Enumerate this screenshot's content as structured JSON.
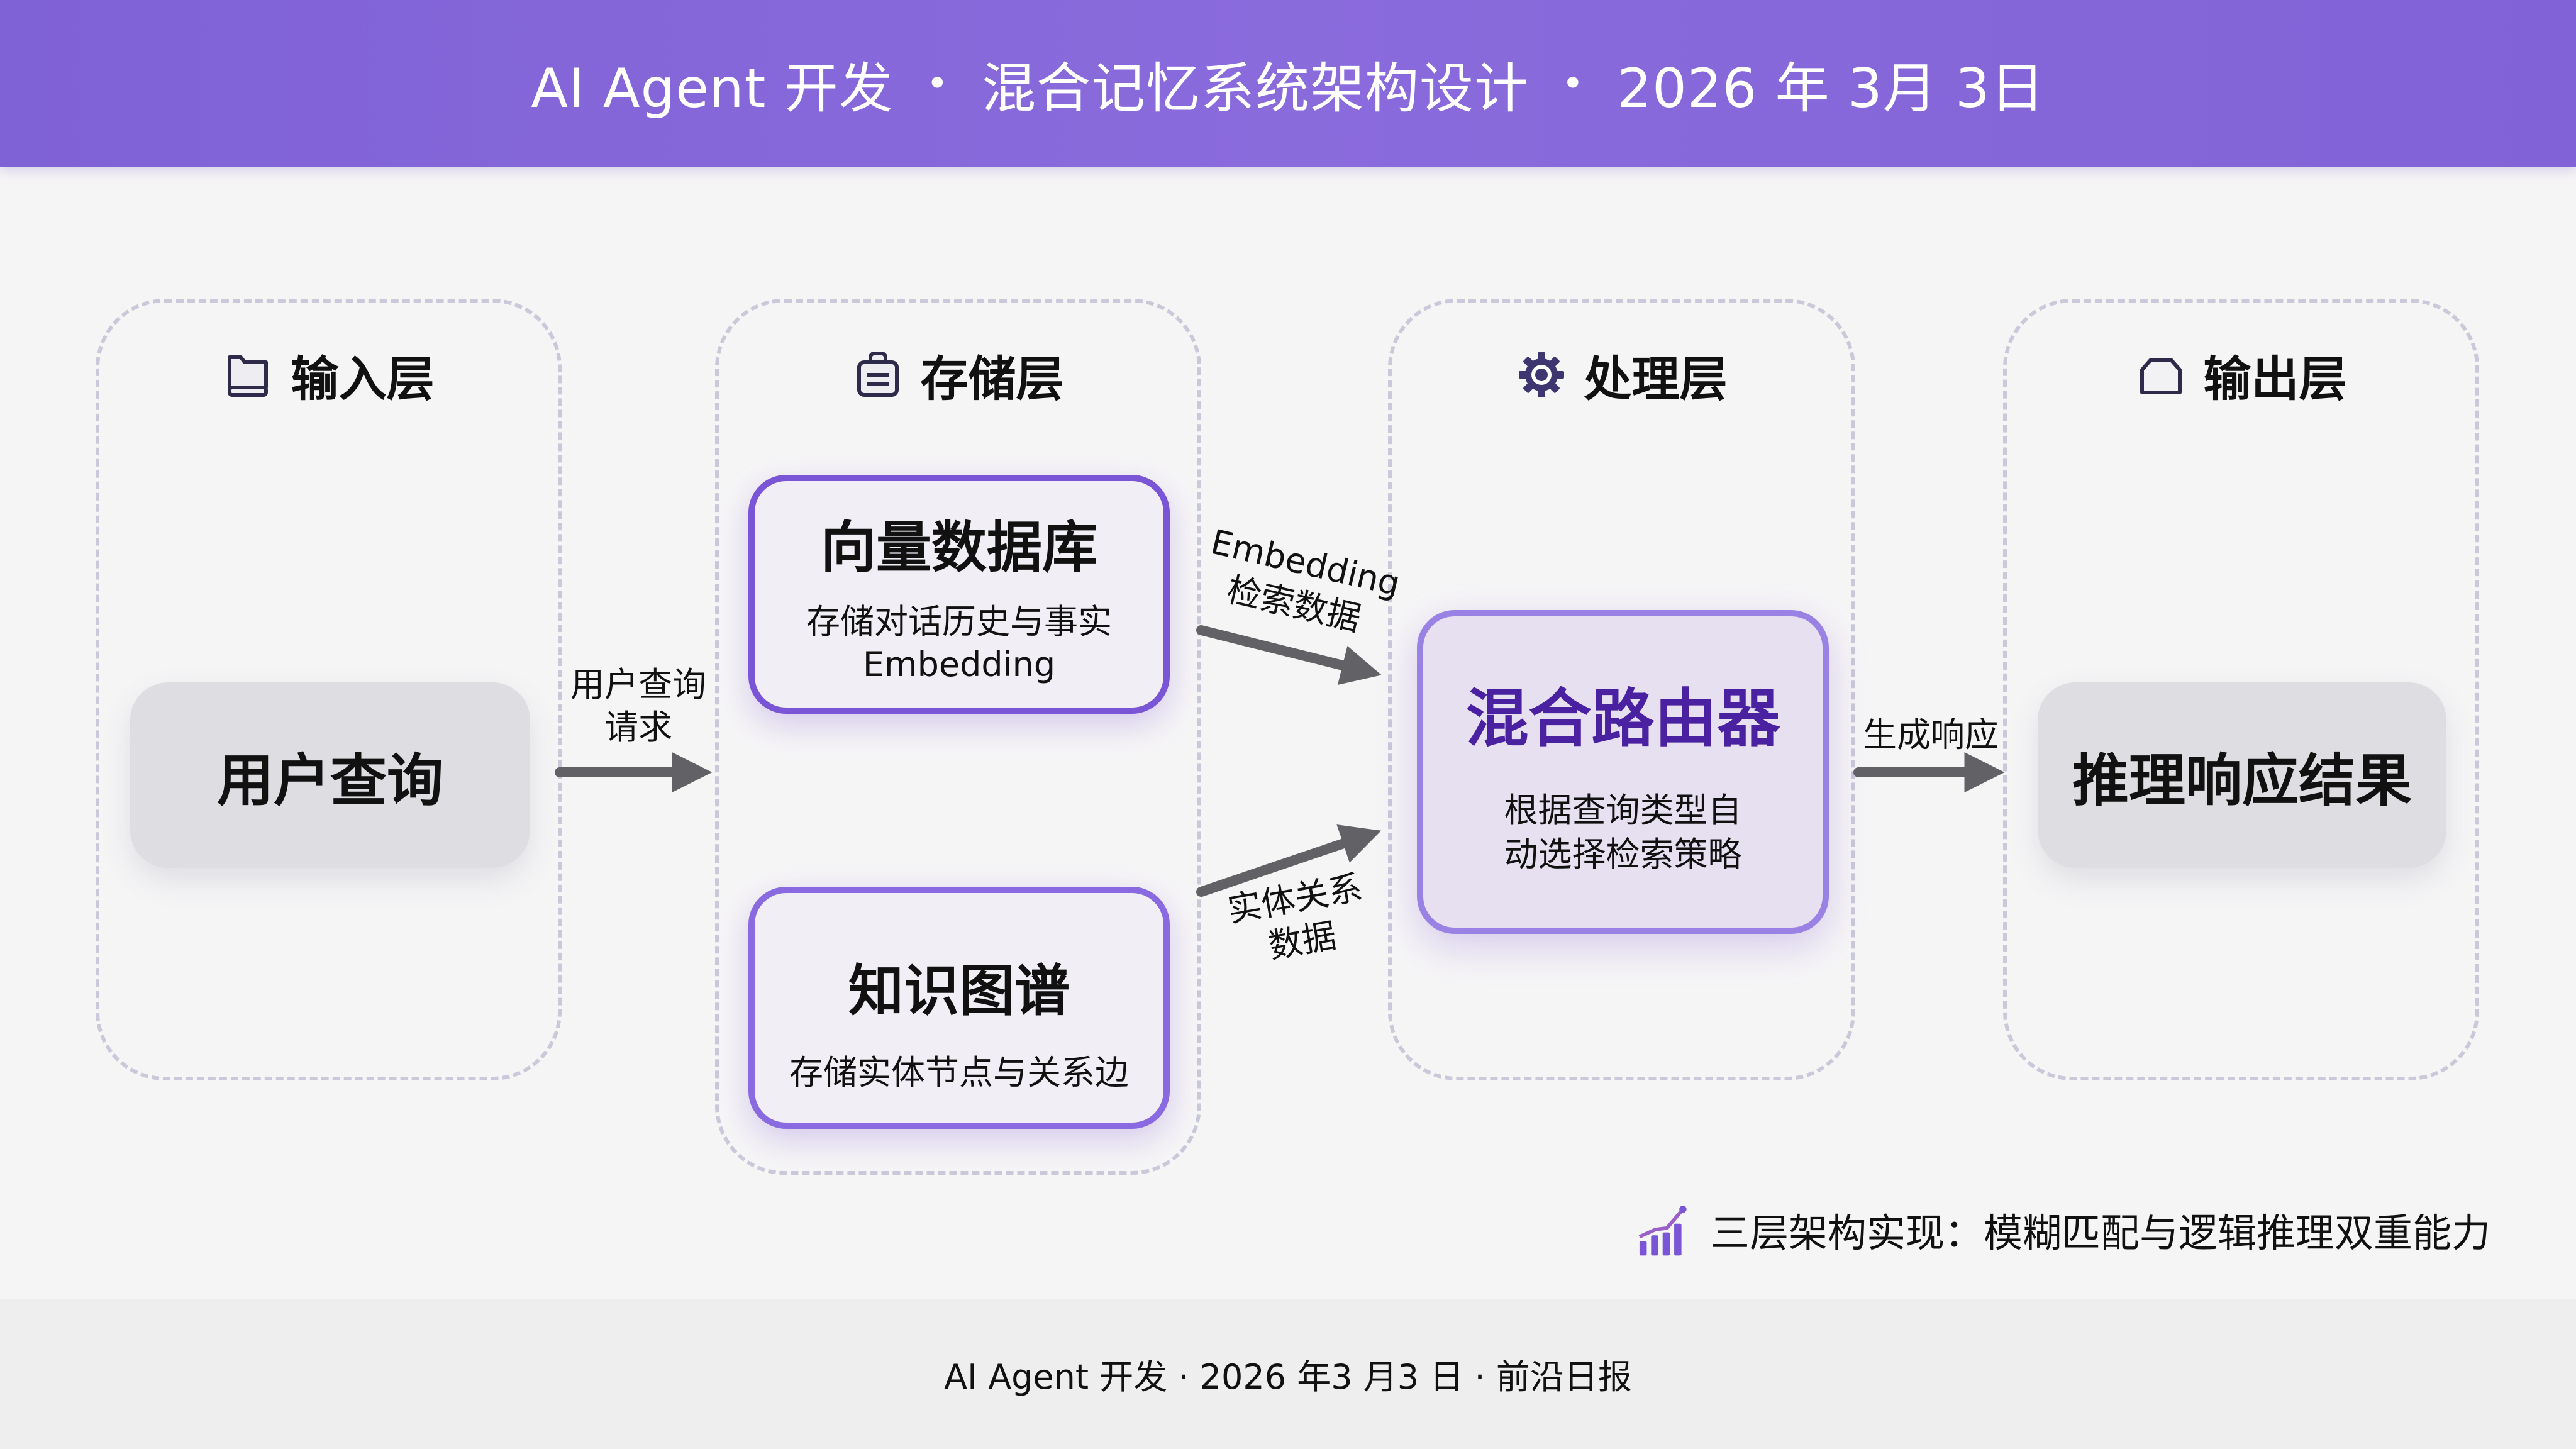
{
  "header": {
    "segments": [
      "AI Agent 开发",
      "混合记忆系统架构设计",
      "2026 年 3月 3日"
    ],
    "separator": "•",
    "color": "#8264d8"
  },
  "columns": [
    {
      "id": "input",
      "title": "输入层",
      "icon": "folder-icon"
    },
    {
      "id": "storage",
      "title": "存储层",
      "icon": "storage-box-icon"
    },
    {
      "id": "process",
      "title": "处理层",
      "icon": "gear-icon"
    },
    {
      "id": "output",
      "title": "输出层",
      "icon": "home-output-icon"
    }
  ],
  "nodes": {
    "user_query": {
      "title": "用户查询"
    },
    "vector_db": {
      "title": "向量数据库",
      "desc_line1": "存储对话历史与事实",
      "desc_line2": "Embedding"
    },
    "knowledge_graph": {
      "title": "知识图谱",
      "desc": "存储实体节点与关系边"
    },
    "router": {
      "title": "混合路由器",
      "desc_line1": "根据查询类型自",
      "desc_line2": "动选择检索策略"
    },
    "result": {
      "title": "推理响应结果"
    }
  },
  "edges": [
    {
      "from": "user_query",
      "to": "storage",
      "label_line1": "用户查询",
      "label_line2": "请求"
    },
    {
      "from": "vector_db",
      "to": "router",
      "label_line1": "Embedding",
      "label_line2": "检索数据"
    },
    {
      "from": "knowledge_graph",
      "to": "router",
      "label_line1": "实体关系",
      "label_line2": "数据"
    },
    {
      "from": "router",
      "to": "result",
      "label_line1": "生成响应"
    }
  ],
  "note": {
    "icon": "growth-chart-icon",
    "text": "三层架构实现：模糊匹配与逻辑推理双重能力"
  },
  "footer": {
    "text": "AI Agent 开发 · 2026 年3 月3 日 · 前沿日报"
  },
  "colors": {
    "accent": "#7a55d6",
    "router_title": "#4a21a0",
    "arrow": "#626266",
    "dash": "#c9c9d9"
  }
}
